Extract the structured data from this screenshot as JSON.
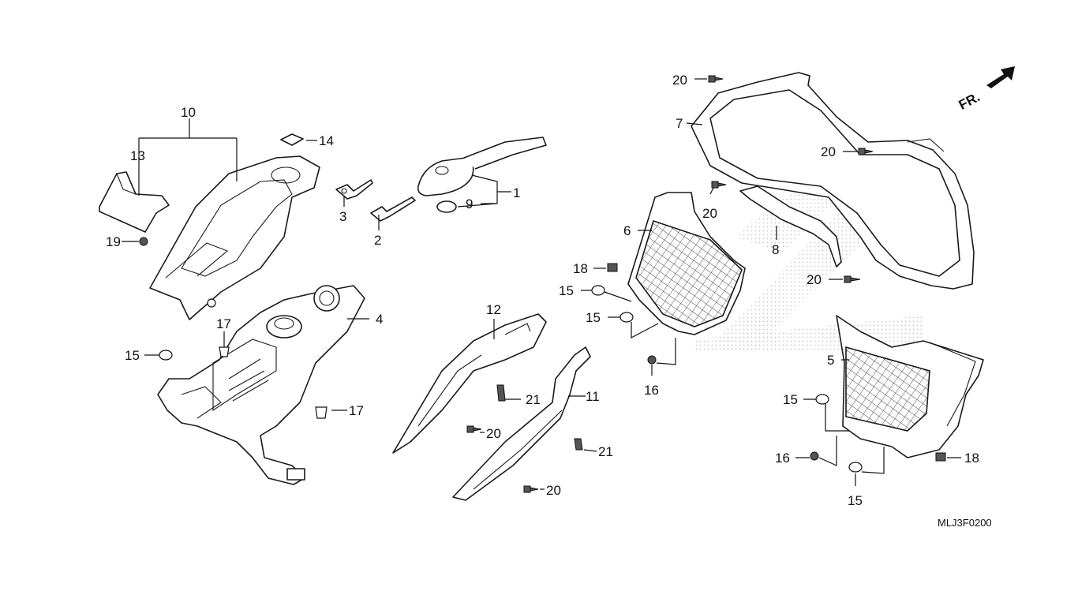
{
  "diagram": {
    "catalog_code": "MLJ3F0200",
    "direction_label": "FR.",
    "callouts": {
      "c1": "1",
      "c2": "2",
      "c3": "3",
      "c4": "4",
      "c5": "5",
      "c6": "6",
      "c7": "7",
      "c8": "8",
      "c9": "9",
      "c10": "10",
      "c11": "11",
      "c12": "12",
      "c13": "13",
      "c14": "14",
      "c15a": "15",
      "c15b": "15",
      "c15c": "15",
      "c15d": "15",
      "c15e": "15",
      "c16a": "16",
      "c16b": "16",
      "c17a": "17",
      "c17b": "17",
      "c18a": "18",
      "c18b": "18",
      "c19": "19",
      "c20a": "20",
      "c20b": "20",
      "c20c": "20",
      "c20d": "20",
      "c20e": "20",
      "c20f": "20",
      "c21a": "21",
      "c21b": "21"
    },
    "colors": {
      "line": "#1a1a1a",
      "background": "#ffffff",
      "watermark_dots": "#c8c8c8"
    }
  }
}
